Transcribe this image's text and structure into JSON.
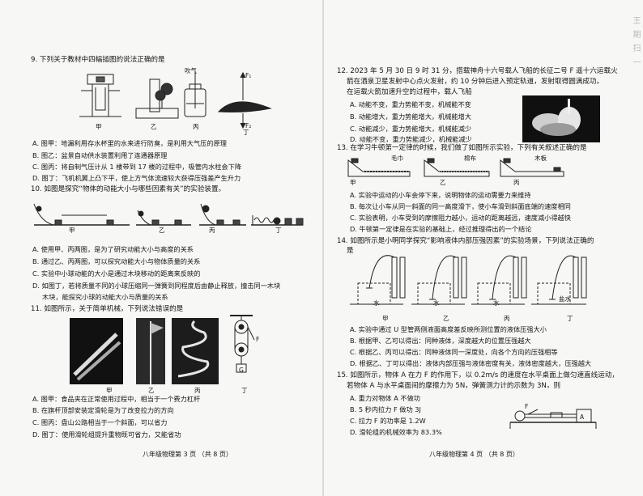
{
  "left": {
    "q9": {
      "stem": "9. 下列关于教材中四幅插图的说法正确的是",
      "fig_labels": [
        "甲",
        "乙",
        "丙",
        "丁"
      ],
      "fig_texts": {
        "blow": "吹气",
        "f1": "F₁",
        "f2": "F₂"
      },
      "options": [
        "A. 图甲：地漏利用存水杯里的水来进行防臭，是利用大气压的原理",
        "B. 图乙：盆景自动供水装置利用了连通器原理",
        "C. 图丙：将自制气压计从 1 楼带到 17 楼的过程中，吸管内水柱会下降",
        "D. 图丁：飞机机翼上凸下平，使上方气体流速较大获得压强差产生升力"
      ]
    },
    "q10": {
      "stem1": "10. 如图是探究“物体的动能大小与哪些因素有关”的实验装置。",
      "fig_labels": [
        "甲",
        "乙",
        "丙",
        "丁"
      ],
      "options": [
        "A. 使用甲、丙两图，是为了研究动能大小与高度的关系",
        "B. 通过乙、丙两图，可以探究动能大小与物体质量的关系",
        "C. 实验中小球动能的大小是通过木块移动的距离来反映的",
        "D. 如图丁，若将质量不同的小球压缩同一弹簧到同程度后由静止释放，撞击同一木块"
      ],
      "option_d_cont": "木块，能探究小球的动能大小与质量的关系"
    },
    "q11": {
      "stem": "11. 如图所示，关于简单机械，下列说法错误的是",
      "fig_labels": [
        "甲",
        "乙",
        "丙",
        "丁"
      ],
      "fig_texts": {
        "f": "F",
        "g": "G"
      },
      "options": [
        "A. 图甲：食品夹在正常使用过程中，相当于一个费力杠杆",
        "B. 在旗杆顶部安装定滑轮是为了改变拉力的方向",
        "C. 图丙：盘山公路相当于一个斜面，可以省力",
        "D. 图丁：使用滑轮组提升重物既可省力，又能省功"
      ]
    },
    "footer": "八年级物理第 3 页 （共 8 页）"
  },
  "right": {
    "q12": {
      "stem1": "12. 2023 年 5 月 30 日 9 时 31 分，搭载神舟十六号载人飞船的长征二号 F 遥十六运载火",
      "stem2": "箭在酒泉卫星发射中心点火发射，约 10 分钟后进入预定轨道，发射取得圆满成功。",
      "stem3": "在运载火箭加速升空的过程中，载人飞船",
      "options": [
        "A. 动能不变，重力势能不变，机械能不变",
        "B. 动能增大，重力势能增大，机械能增大",
        "C. 动能减少，重力势能增大，机械能减少",
        "D. 动能不变，重力势能减少，机械能减少"
      ]
    },
    "q13": {
      "stem": "13. 在学习牛顿第一定律的时候，我们做了如图所示实验，下列有关叙述正确的是",
      "surface_labels": [
        "毛巾",
        "棉布",
        "木板"
      ],
      "fig_labels": [
        "甲",
        "乙",
        "丙"
      ],
      "options": [
        "A. 实验中运动的小车会停下来，说明物体的运动需要力来维持",
        "B. 每次让小车从同一斜面的同一高度滑下，使小车滑到斜面底端的速度相同",
        "C. 实验表明，小车受到的摩擦阻力越小，运动的距离越远，速度减小得越快",
        "D. 牛顿第一定律是在实验的基础上，经过推理得出的一个结论"
      ]
    },
    "q14": {
      "stem1": "14. 如图所示是小明同学探究“影响液体内部压强因素”的实验场景，下列说法正确的",
      "stem2": "是",
      "fig_labels": [
        "甲",
        "乙",
        "丙",
        "丁"
      ],
      "liquid_labels": [
        "水",
        "水",
        "水",
        "盐水"
      ],
      "options": [
        "A. 实验中通过 U 型管两侧液面高度差反映所测位置的液体压强大小",
        "B. 根据甲、乙可以得出：同种液体，深度越大的位置压强越大",
        "C. 根据乙、丙可以得出：同种液体同一深度处，向各个方向的压强相等",
        "D. 根据乙、丁可以得出：液体内部压强与液体密度有关，液体密度越大，压强越大"
      ]
    },
    "q15": {
      "stem1": "15. 如图所示，物体 A 在力 F 的作用下，以 0.2m/s 的速度在水平桌面上做匀速直线运动，",
      "stem2": "若物体 A 与水平桌面间的摩擦力为 5N，弹簧测力计的示数为 3N，则",
      "fig_texts": {
        "f": "F",
        "a": "A"
      },
      "options": [
        "A. 重力对物体 A 不做功",
        "B. 5 秒内拉力 F 做功 3J",
        "C. 拉力 F 的功率是 1.2W",
        "D. 滑轮组的机械效率为 83.3%"
      ]
    },
    "footer": "八年级物理第 4 页 （共 8 页）",
    "watermark": "王 期 扫 一"
  }
}
